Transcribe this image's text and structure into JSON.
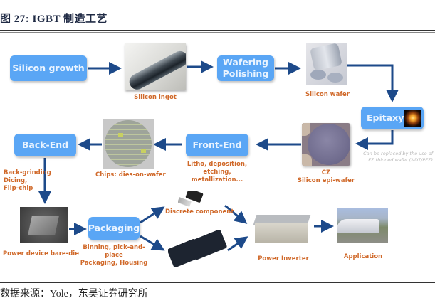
{
  "figure": {
    "title": "图 27:  IGBT 制造工艺",
    "source": "数据来源：Yole，东吴证券研究所"
  },
  "steps": {
    "silicon_growth": "Silicon growth",
    "wafering": "Wafering\nPolishing",
    "epitaxy": "Epitaxy",
    "front_end": "Front-End",
    "back_end": "Back-End",
    "packaging": "Packaging"
  },
  "captions": {
    "silicon_ingot": "Silicon ingot",
    "silicon_wafer": "Silicon wafer",
    "cz_epi_wafer": "CZ\nSilicon epi-wafer",
    "front_end_detail": "Litho, deposition,\netching, metallization...",
    "chips": "Chips: dies-on-wafer",
    "back_end_detail": "Back-grinding\nDicing,\nFlip-chip",
    "bare_die": "Power device bare-die",
    "packaging_detail": "Binning, pick-and-place\nPackaging, Housing",
    "discrete": "Discrete component",
    "power_inverter": "Power Inverter",
    "application": "Application"
  },
  "notes": {
    "epitaxy_alt": "Can be replaced by the use of\nFZ thinned wafer (NDT/PFZ)"
  },
  "colors": {
    "step_fill": "#5aa6f5",
    "arrow": "#1d4a8a",
    "caption": "#d0692a"
  }
}
